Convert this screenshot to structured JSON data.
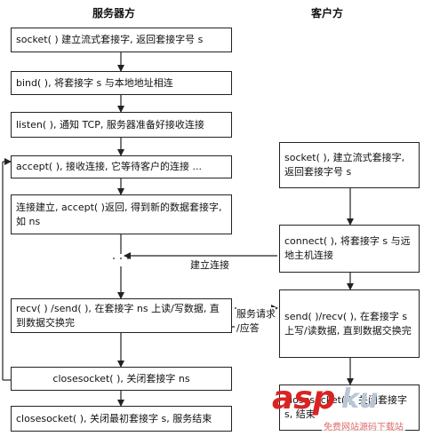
{
  "headers": {
    "server": "服务器方",
    "client": "客户方"
  },
  "server_steps": [
    "socket( ) 建立流式套接字, 返回套接字号 s",
    "bind( ), 将套接字 s 与本地地址相连",
    "listen( ), 通知 TCP, 服务器准备好接收连接",
    "accept( ), 接收连接, 它等待客户的连接 ...",
    "连接建立, accept( )返回, 得到新的数据套接字, 如 ns",
    "recv( ) /send( ), 在套接字 ns 上读/写数据, 直到数据交换完",
    "closesocket( ), 关闭套接字 ns",
    "closesocket( ), 关闭最初套接字 s, 服务结束"
  ],
  "client_steps": [
    "socket( ), 建立流式套接字, 返回套接字号 s",
    "connect( ), 将套接字 s 与远地主机连接",
    "send( )/recv( ), 在套接字 s 上写/读数据, 直到数据交换完",
    "closesocket( ), 关闭套接字 s, 结束"
  ],
  "labels": {
    "connection": "建立连接",
    "request": "服务请求",
    "response": "/应答"
  },
  "watermark": {
    "main": "asp",
    "tail": "ku",
    "sub": "免费网站源码下载站"
  }
}
